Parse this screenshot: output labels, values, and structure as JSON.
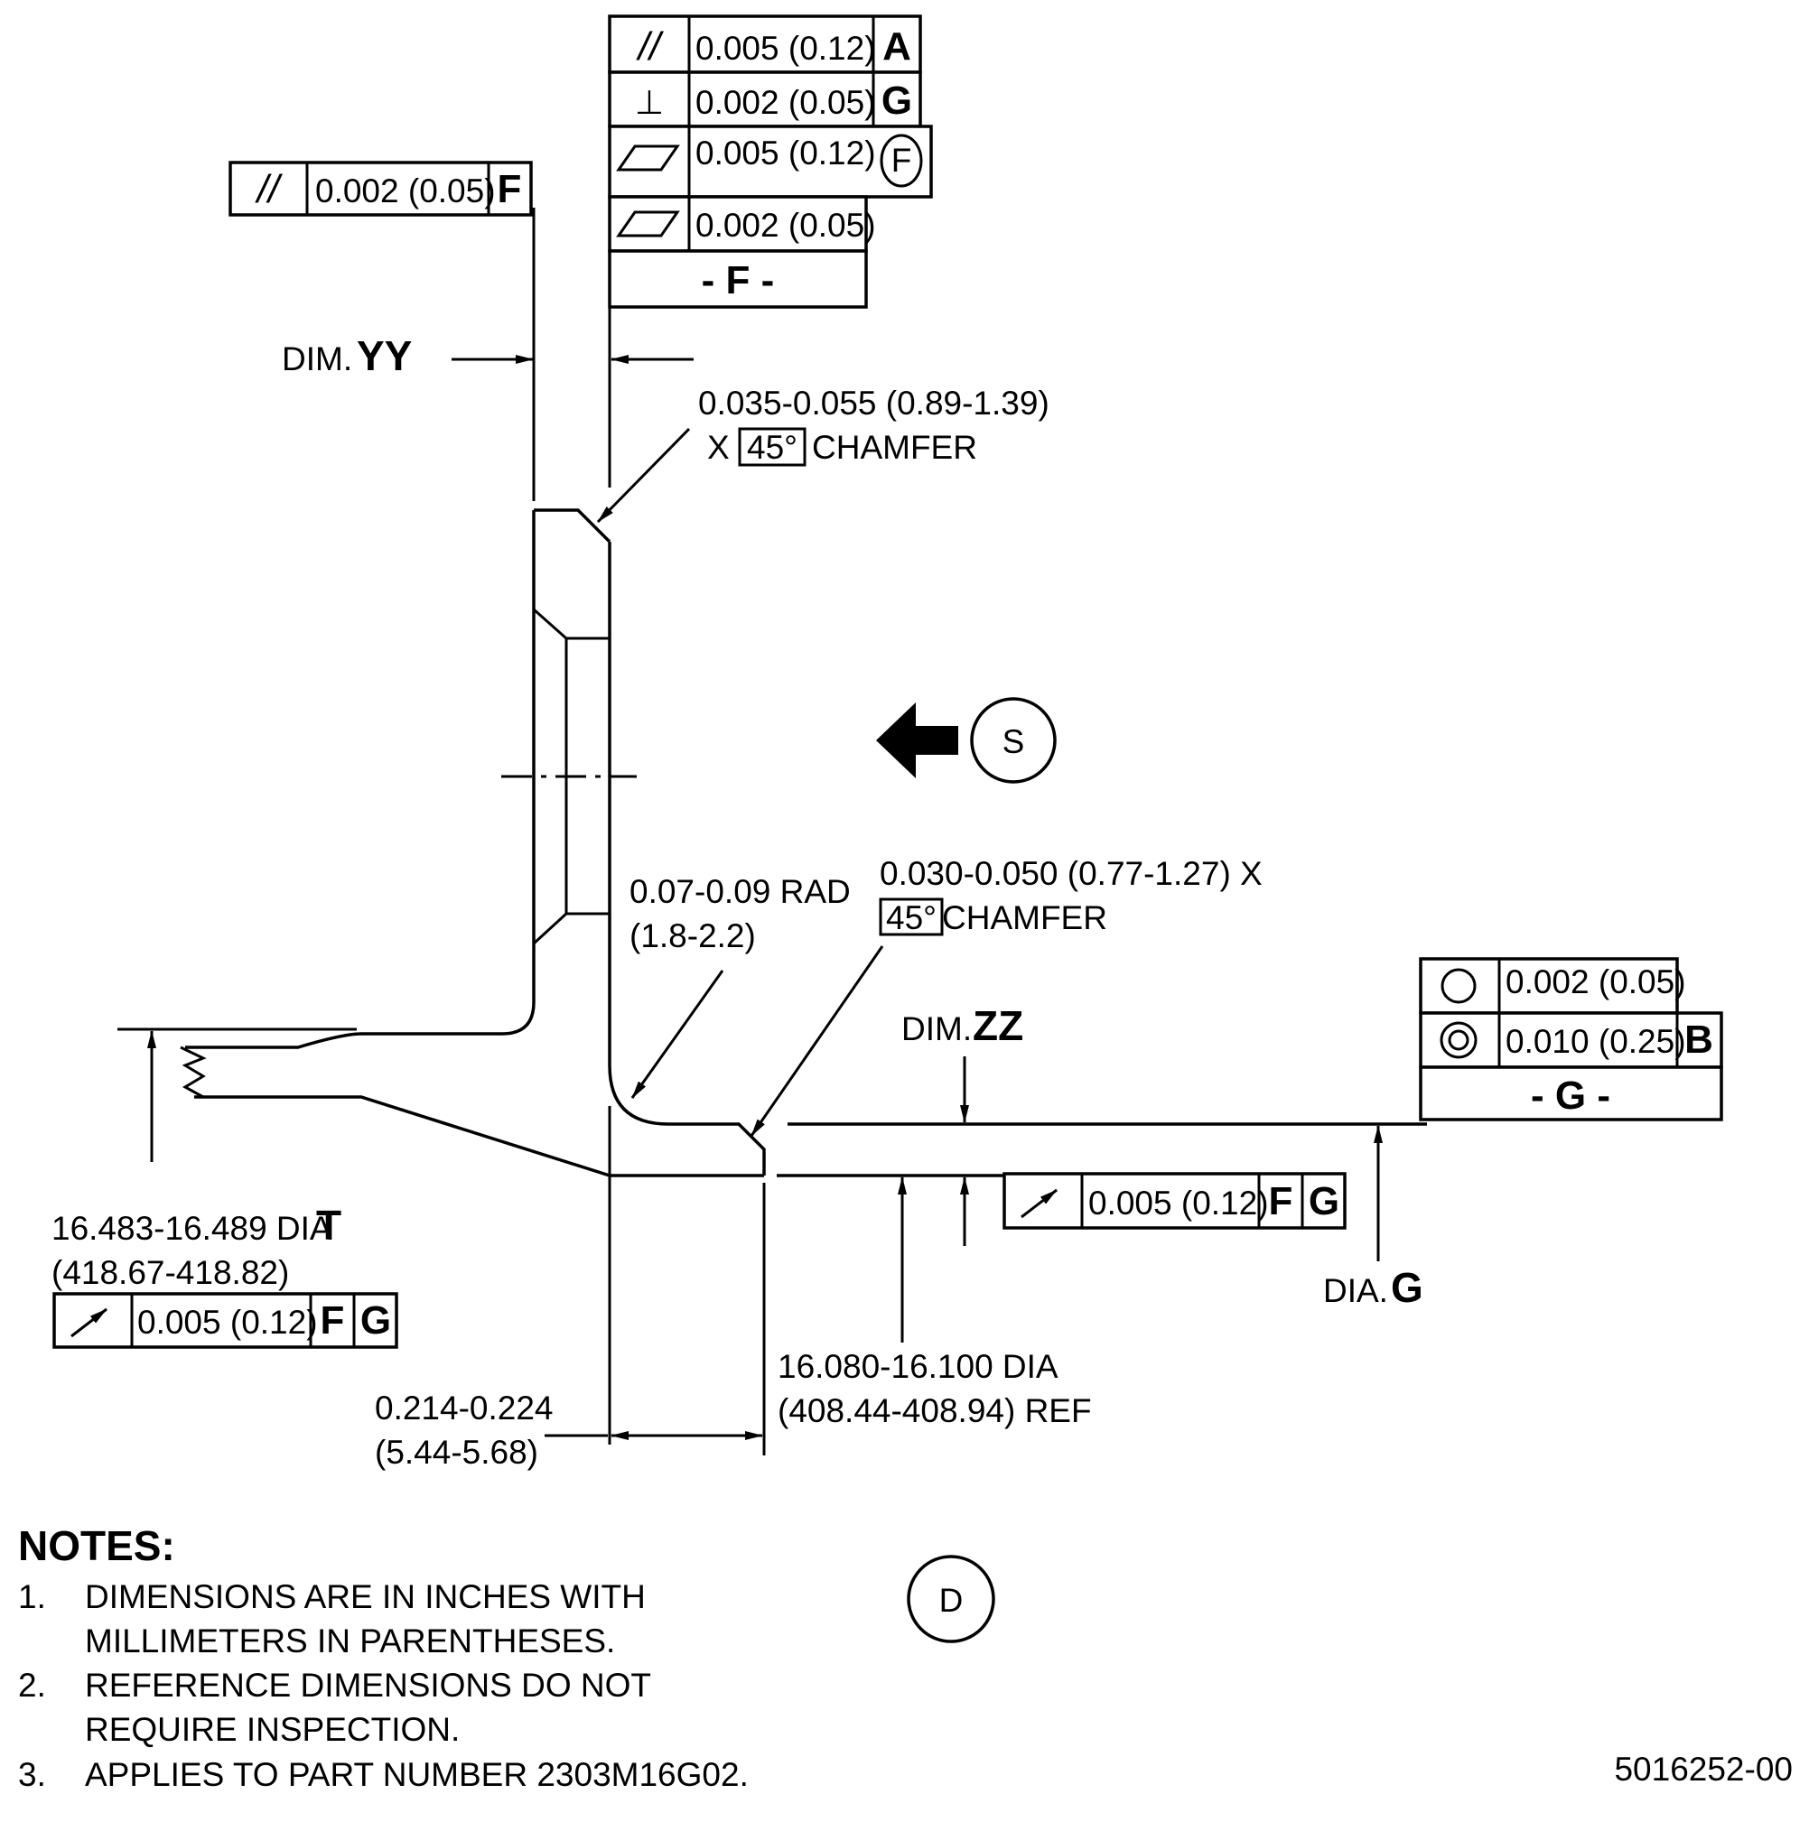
{
  "fcf_top": {
    "row1": {
      "symbol": "//",
      "tol": "0.005 (0.12)",
      "datum": "A"
    },
    "row2": {
      "symbol": "⊥",
      "tol": "0.002 (0.05)",
      "datum": "G"
    },
    "row3": {
      "tol": "0.005 (0.12)",
      "modifier": "F"
    },
    "row4": {
      "tol": "0.002 (0.05)"
    },
    "datum_label": "- F -"
  },
  "fcf_left": {
    "symbol": "//",
    "tol": "0.002 (0.05)",
    "datum": "F"
  },
  "dim_yy": {
    "prefix": "DIM.",
    "name": "YY"
  },
  "chamfer_top": {
    "line1": "0.035-0.055 (0.89-1.39)",
    "x": "X",
    "angle": "45°",
    "word": "CHAMFER"
  },
  "view_s": "S",
  "radius": {
    "line1": "0.07-0.09 RAD",
    "line2": "(1.8-2.2)"
  },
  "chamfer_bottom": {
    "line1": "0.030-0.050 (0.77-1.27) X",
    "angle": "45°",
    "word": "CHAMFER"
  },
  "dim_zz": {
    "prefix": "DIM.",
    "name": "ZZ"
  },
  "fcf_g": {
    "row1": {
      "tol": "0.002 (0.05)"
    },
    "row2": {
      "tol": "0.010 (0.25)",
      "datum": "B"
    },
    "datum_label": "- G -"
  },
  "runout_mid": {
    "tol": "0.005 (0.12)",
    "datum1": "F",
    "datum2": "G"
  },
  "dia_g": {
    "prefix": "DIA.",
    "name": "G"
  },
  "dia_t": {
    "line1": "16.483-16.489 DIA",
    "name": "T",
    "line2": "(418.67-418.82)"
  },
  "runout_left": {
    "tol": "0.005 (0.12)",
    "datum1": "F",
    "datum2": "G"
  },
  "ref_dia": {
    "line1": "16.080-16.100 DIA",
    "line2": "(408.44-408.94) REF"
  },
  "width_dim": {
    "line1": "0.214-0.224",
    "line2": "(5.44-5.68)"
  },
  "notes": {
    "title": "NOTES:",
    "items": [
      {
        "num": "1.",
        "line1": "DIMENSIONS ARE IN INCHES WITH",
        "line2": "MILLIMETERS IN PARENTHESES."
      },
      {
        "num": "2.",
        "line1": "REFERENCE DIMENSIONS DO NOT",
        "line2": "REQUIRE INSPECTION."
      },
      {
        "num": "3.",
        "line1": "APPLIES TO PART NUMBER 2303M16G02.",
        "line2": ""
      }
    ]
  },
  "view_d": "D",
  "drawing_number": "5016252-00"
}
